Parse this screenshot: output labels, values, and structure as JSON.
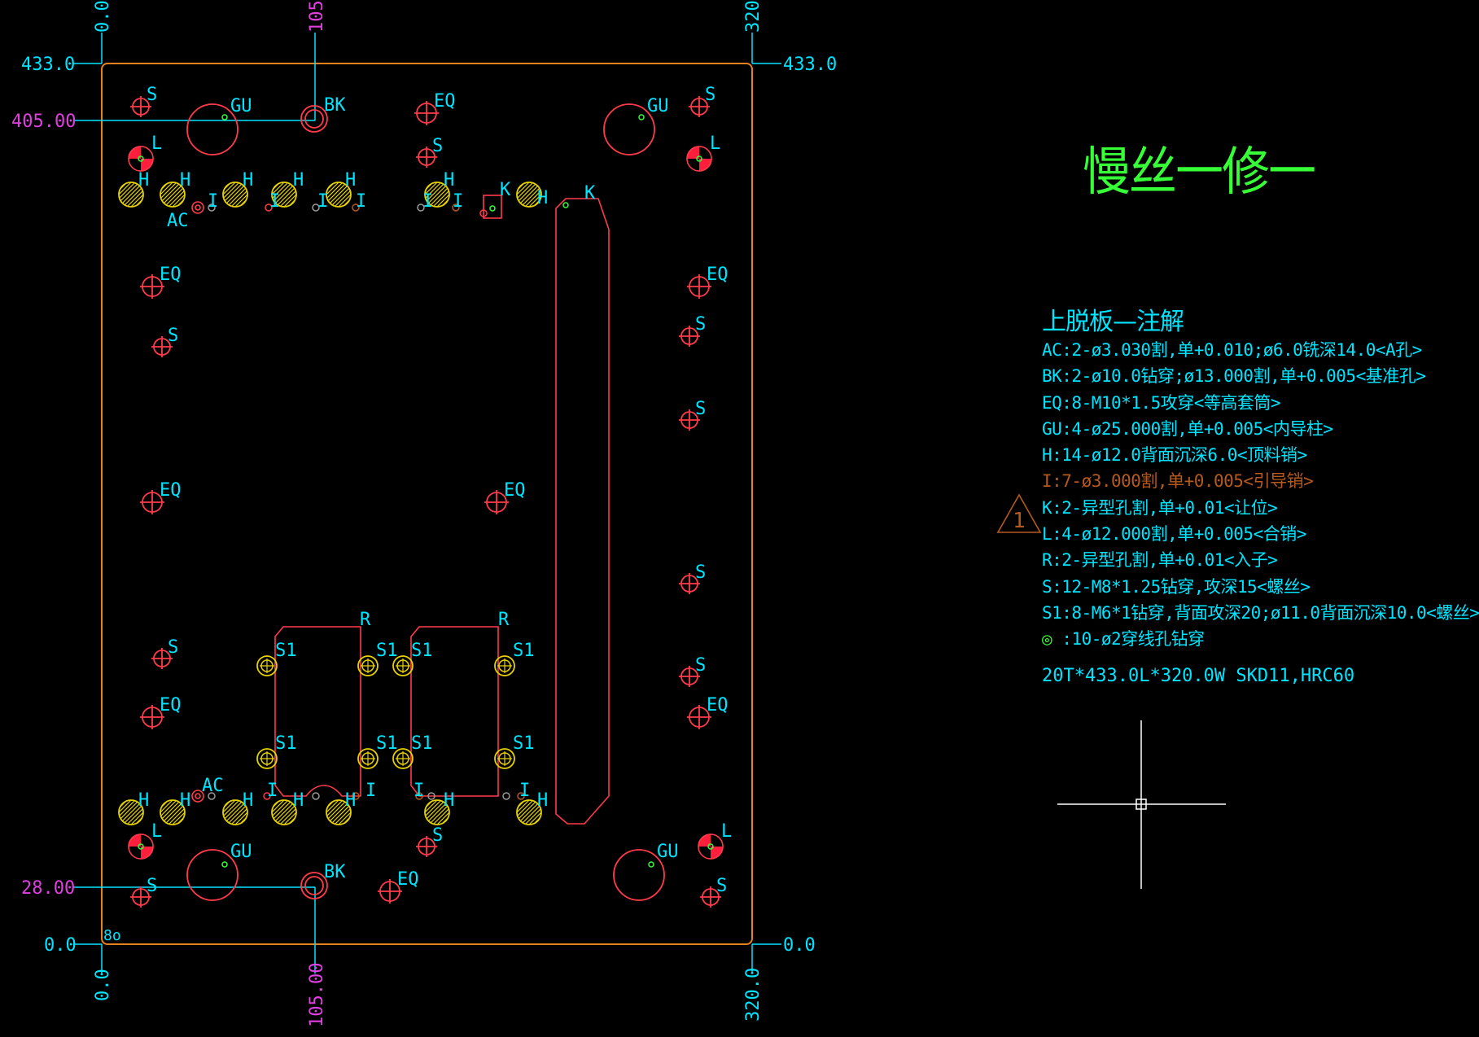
{
  "drawing": {
    "revision_title": "慢丝一修一",
    "notes_title": "上脱板—注解",
    "notes": [
      "AC:2-ø3.030割,单+0.010;ø6.0铣深14.0<A孔>",
      "BK:2-ø10.0钻穿;ø13.000割,单+0.005<基准孔>",
      "EQ:8-M10*1.5攻穿<等高套筒>",
      "GU:4-ø25.000割,单+0.005<内导柱>",
      "H:14-ø12.0背面沉深6.0<顶料销>",
      "I:7-ø3.000割,单+0.005<引导销>",
      "K:2-异型孔割,单+0.01<让位>",
      "L:4-ø12.000割,单+0.005<合销>",
      "R:2-异型孔割,单+0.01<入子>",
      "S:12-M8*1.25钻穿,攻深15<螺丝>",
      "S1:8-M6*1钻穿,背面攻深20;ø11.0背面沉深10.0<螺丝>",
      ":10-ø2穿线孔钻穿"
    ],
    "circle_note_symbol": "◎",
    "spec_line": "20T*433.0L*320.0W    SKD11,HRC60",
    "revision_marker": "1",
    "colors": {
      "background": "#000000",
      "plate_outline": "#e8821e",
      "dimension": "#00e5ff",
      "dimension_magenta": "#e040e0",
      "hole_red": "#ff3b4a",
      "hole_yellow": "#e6d200",
      "label_cyan": "#00e5ff",
      "green_text": "#37ff37",
      "brown": "#b55a1e"
    },
    "dimensions": {
      "top_left_x": "0.0",
      "top_mid_x": "105.00",
      "top_right_x": "320.0",
      "left_top_y": "433.0",
      "right_top_y": "433.0",
      "left_y_405": "405.00",
      "left_y_28": "28.00",
      "left_bottom_y": "0.0",
      "right_bottom_y": "0.0",
      "bottom_left_x": "0.0",
      "bottom_mid_x": "105.00",
      "bottom_right_x": "320.0",
      "corner_note": "8o"
    },
    "labels": {
      "S": "S",
      "GU": "GU",
      "BK": "BK",
      "EQ": "EQ",
      "L": "L",
      "H": "H",
      "I": "I",
      "AC": "AC",
      "K": "K",
      "R": "R",
      "S1": "S1"
    }
  }
}
